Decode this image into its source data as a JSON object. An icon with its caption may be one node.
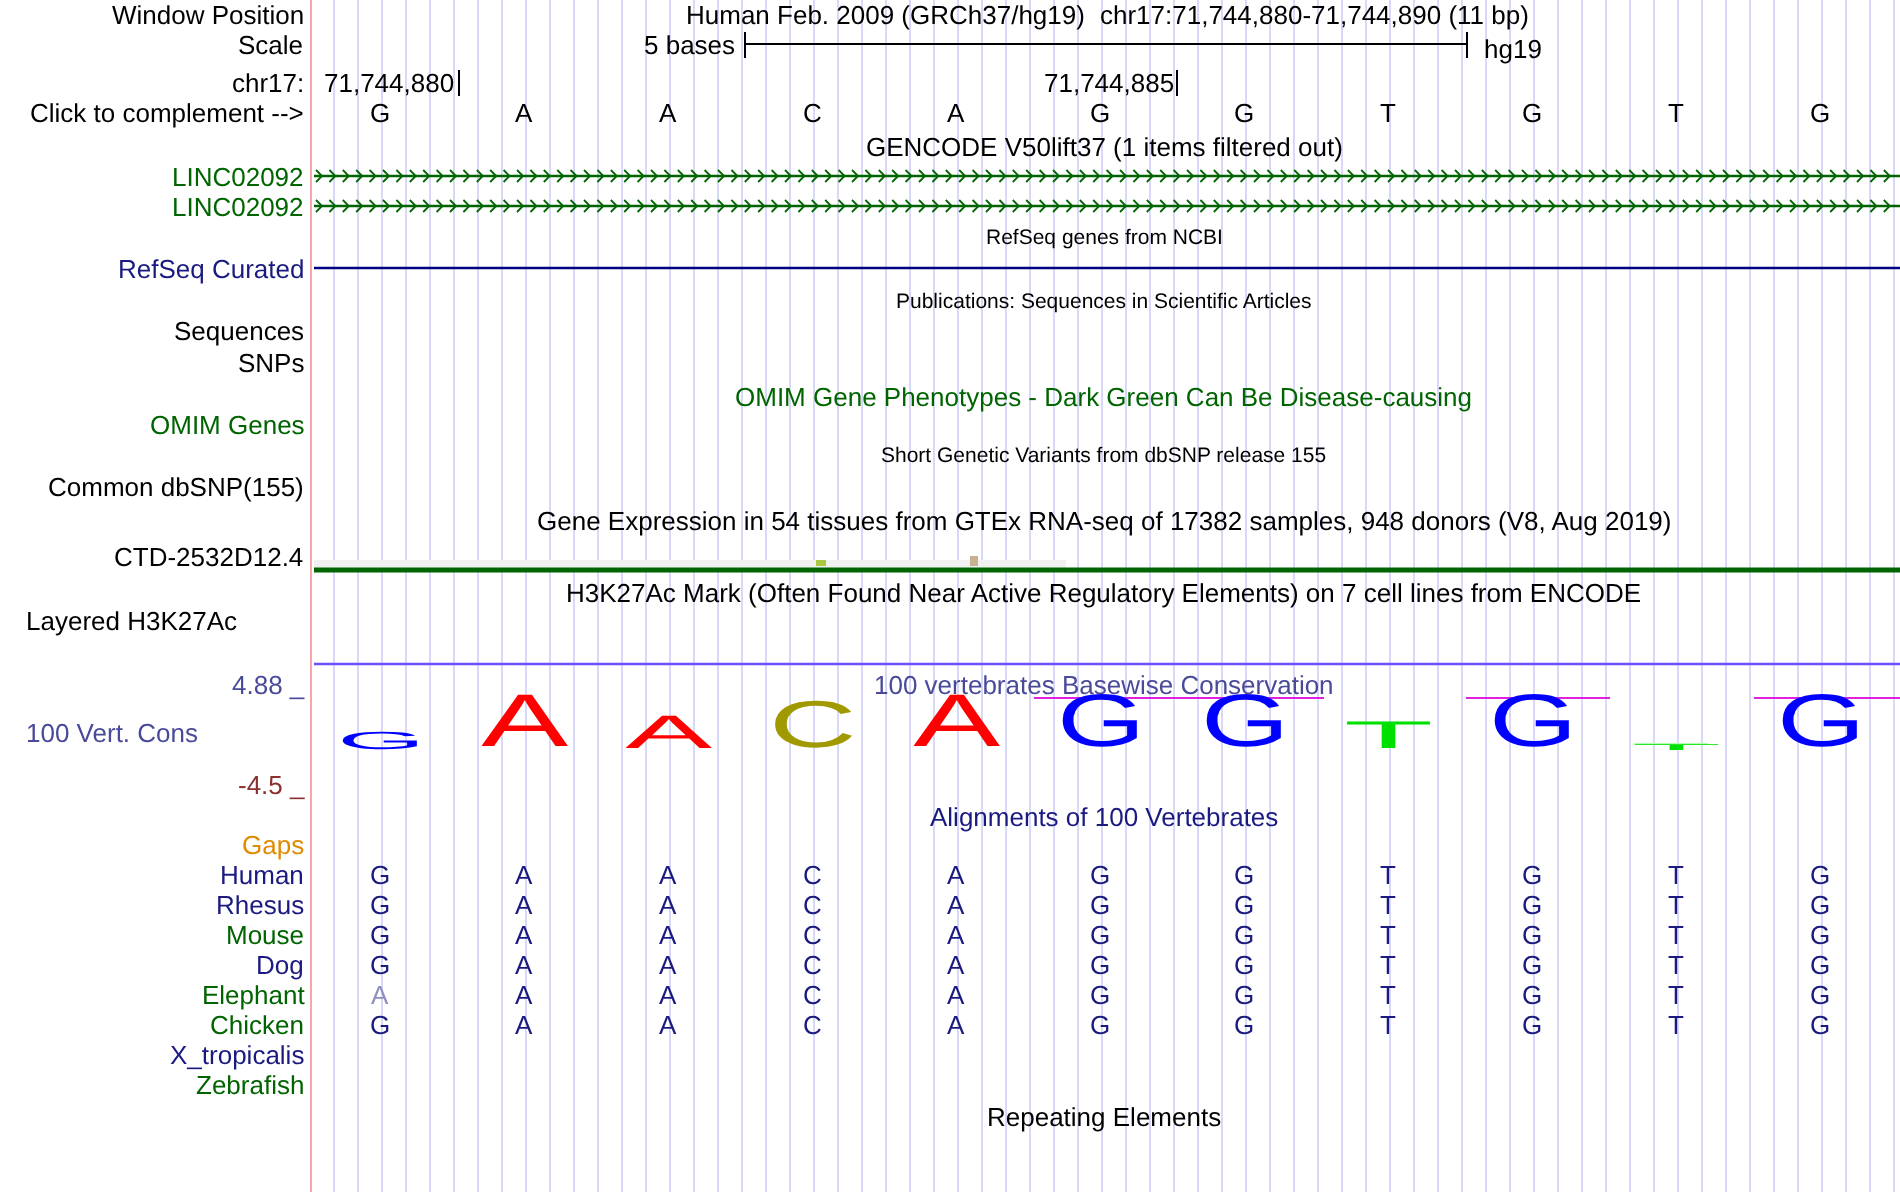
{
  "diagram": {
    "labels": [
      "Window Position",
      "Human Feb. 2009 (GRCh37/hg19)",
      "chr17:71,744,880-71,744,890 (11 bp)",
      "Scale",
      "5 bases",
      "hg19",
      "chr17:",
      "71,744,880",
      "71,744,885",
      "Click to complement -->",
      "G",
      "A",
      "A",
      "C",
      "A",
      "G",
      "G",
      "T",
      "G",
      "T",
      "G",
      "GENCODE V50lift37 (1 items filtered out)",
      "LINC02092",
      "LINC02092",
      "RefSeq genes from NCBI",
      "RefSeq Curated",
      "Publications: Sequences in Scientific Articles",
      "Sequences",
      "SNPs",
      "OMIM Gene Phenotypes - Dark Green Can Be Disease-causing",
      "OMIM Genes",
      "Short Genetic Variants from dbSNP release 155",
      "Common dbSNP(155)",
      "Gene Expression in 54 tissues from GTEx RNA-seq of 17382 samples, 948 donors (V8, Aug 2019)",
      "CTD-2532D12.4",
      "H3K27Ac Mark (Often Found Near Active Regulatory Elements) on 7 cell lines from ENCODE",
      "Layered H3K27Ac",
      "4.88 _",
      "100 vertebrates Basewise Conservation",
      "100 Vert. Cons",
      "G",
      "A",
      "A",
      "C",
      "A",
      "G",
      "G",
      "T",
      "G",
      "T",
      "G",
      "-4.5 _",
      "Alignments of 100 Vertebrates",
      "Gaps",
      "Human",
      "G",
      "A",
      "A",
      "C",
      "A",
      "G",
      "G",
      "T",
      "G",
      "T",
      "G",
      "Rhesus",
      "G",
      "A",
      "A",
      "C",
      "A",
      "G",
      "G",
      "T",
      "G",
      "T",
      "G",
      "Mouse",
      "G",
      "A",
      "A",
      "C",
      "A",
      "G",
      "G",
      "T",
      "G",
      "T",
      "G",
      "Dog",
      "G",
      "A",
      "A",
      "C",
      "A",
      "G",
      "G",
      "T",
      "G",
      "T",
      "G",
      "Elephant",
      "A",
      "A",
      "A",
      "C",
      "A",
      "G",
      "G",
      "T",
      "G",
      "T",
      "G",
      "Chicken",
      "G",
      "A",
      "A",
      "C",
      "A",
      "G",
      "G",
      "T",
      "G",
      "T",
      "G",
      "X_tropicalis",
      "Zebrafish",
      "Repeating Elements"
    ]
  }
}
